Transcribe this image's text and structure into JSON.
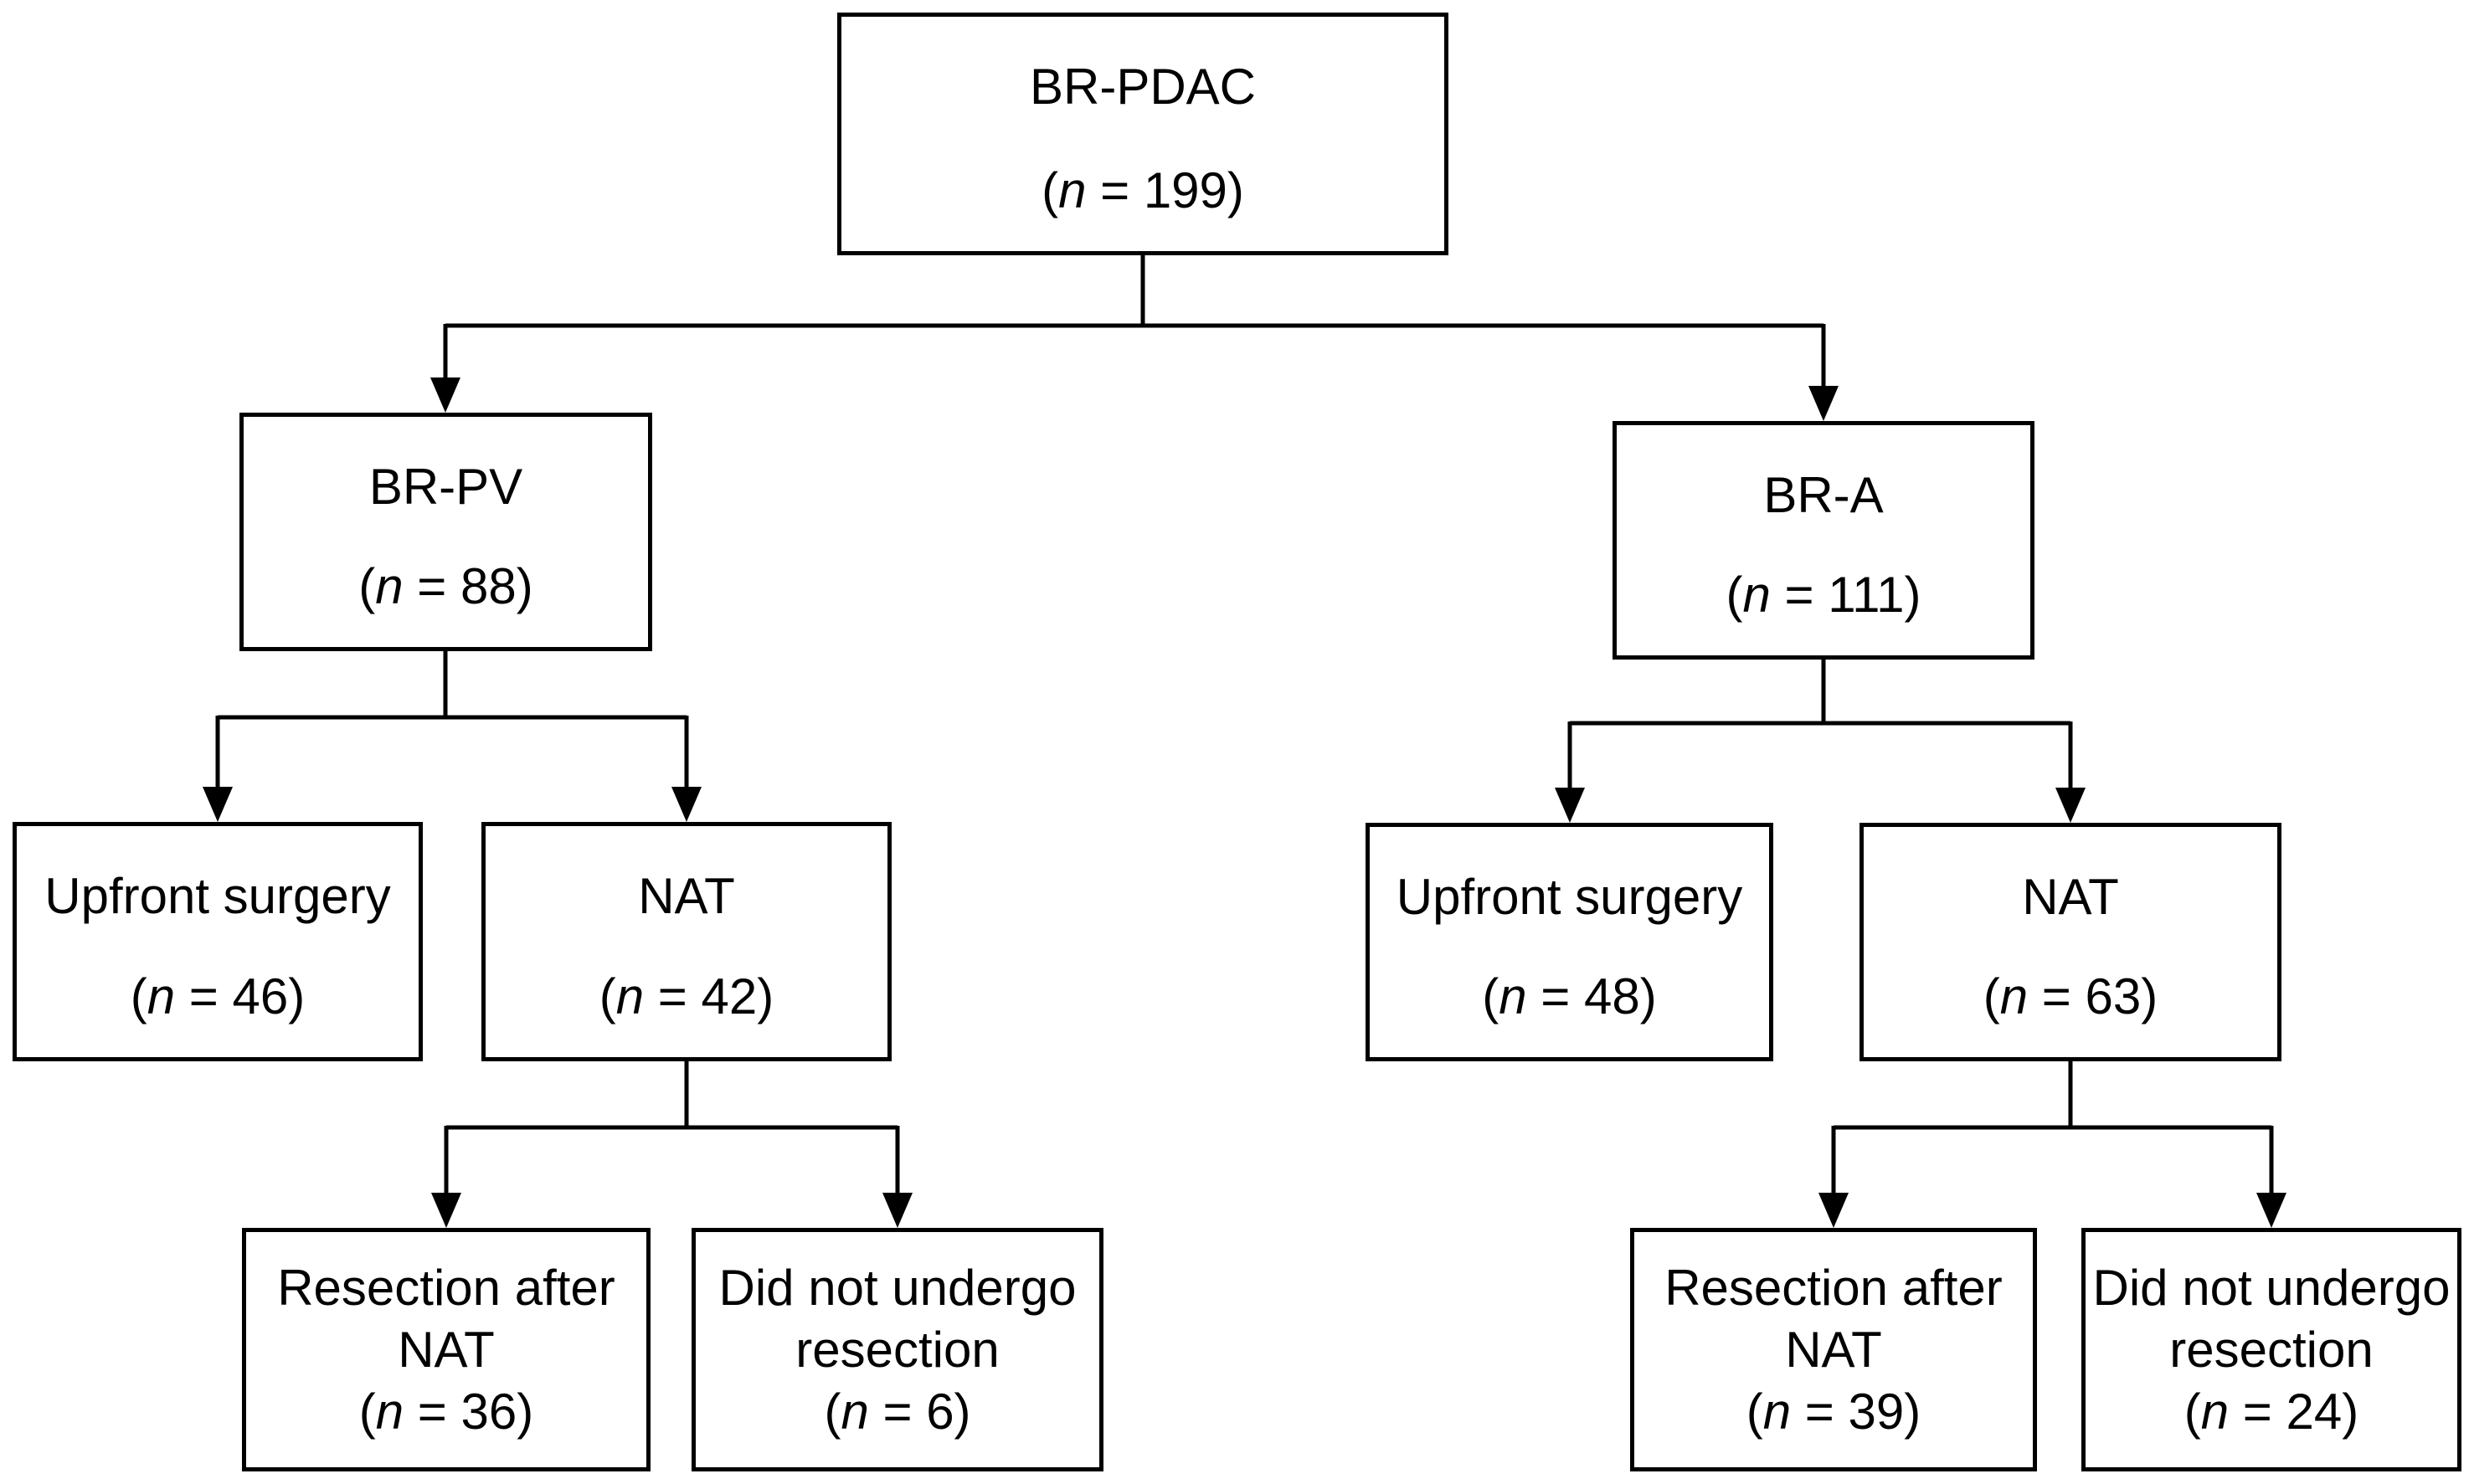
{
  "page": {
    "background_color": "#ffffff",
    "line_color": "#000000",
    "text_color": "#000000"
  },
  "nodes": {
    "root": {
      "label": "BR-PDAC",
      "count": "(n = 199)"
    },
    "br_pv": {
      "label": "BR-PV",
      "count": "(n = 88)"
    },
    "br_a": {
      "label": "BR-A",
      "count": "(n = 111)"
    },
    "upfront_pv": {
      "label": "Upfront surgery",
      "count": "(n = 46)"
    },
    "nat_pv": {
      "label": "NAT",
      "count": "(n = 42)"
    },
    "upfront_a": {
      "label": "Upfront surgery",
      "count": "(n = 48)"
    },
    "nat_a": {
      "label": "NAT",
      "count": "(n = 63)"
    },
    "resection_pv": {
      "label_line1": "Resection after",
      "label_line2": "NAT",
      "count": "(n = 36)"
    },
    "no_resection_pv": {
      "label_line1": "Did not undergo",
      "label_line2": "resection",
      "count": "(n = 6)"
    },
    "resection_a": {
      "label_line1": "Resection after",
      "label_line2": "NAT",
      "count": "(n = 39)"
    },
    "no_resection_a": {
      "label_line1": "Did not undergo",
      "label_line2": "resection",
      "count": "(n = 24)"
    }
  }
}
